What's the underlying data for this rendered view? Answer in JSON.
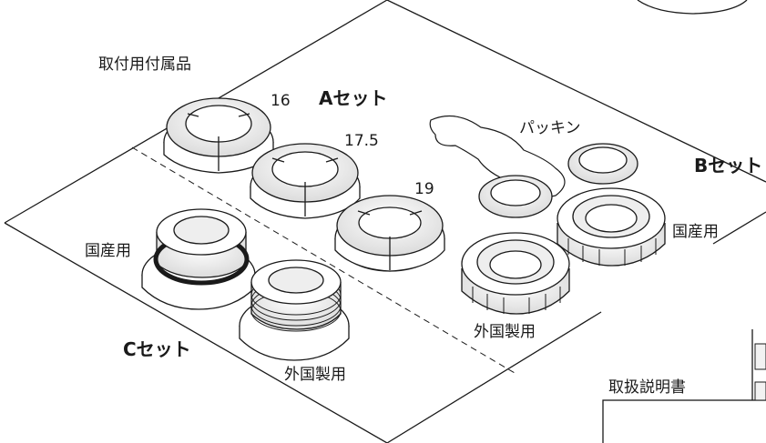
{
  "labels": {
    "accessories": "取付用付属品",
    "a_set": "Aセット",
    "b_set": "Bセット",
    "c_set": "Cセット",
    "size_16": "16",
    "size_17_5": "17.5",
    "size_19": "19",
    "packing": "パッキン",
    "domestic_b": "国産用",
    "foreign_b": "外国製用",
    "domestic_c": "国産用",
    "foreign_c": "外国製用",
    "manual": "取扱説明書"
  },
  "colors": {
    "line": "#1a1a1a",
    "fill": "#ffffff",
    "shade": "#e6e6e6"
  }
}
